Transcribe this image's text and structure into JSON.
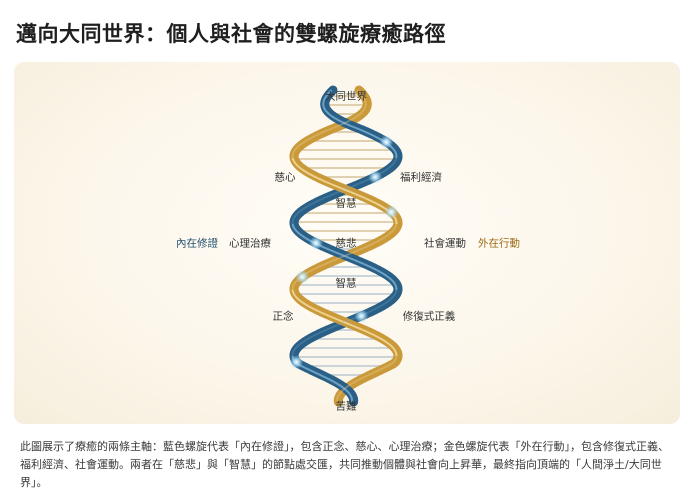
{
  "title": "邁向大同世界：個人與社會的雙螺旋療癒路徑",
  "diagram": {
    "top_label": "大同世界",
    "bottom_label": "苦難",
    "center_label": "慈悲",
    "wisdom_upper": "智慧",
    "wisdom_lower": "智慧",
    "left_labels": {
      "compassion": "慈心",
      "psych_healing": "心理治療",
      "inner_practice": "內在修證",
      "right_mindfulness": "正念"
    },
    "right_labels": {
      "welfare_economy": "福利經濟",
      "social_movement": "社會運動",
      "outer_action": "外在行動",
      "restorative_justice": "修復式正義"
    },
    "colors": {
      "blue_strand": "#2a5f86",
      "gold_strand": "#c9993a",
      "glow": "#8fd3f0"
    }
  },
  "caption": "此圖展示了療癒的兩條主軸：藍色螺旋代表「內在修證」，包含正念、慈心、心理治療；金色螺旋代表「外在行動」，包含修復式正義、福利經濟、社會運動。兩者在「慈悲」與「智慧」的節點處交匯，共同推動個體與社會向上昇華，最終指向頂端的「人間淨土/大同世界」。"
}
